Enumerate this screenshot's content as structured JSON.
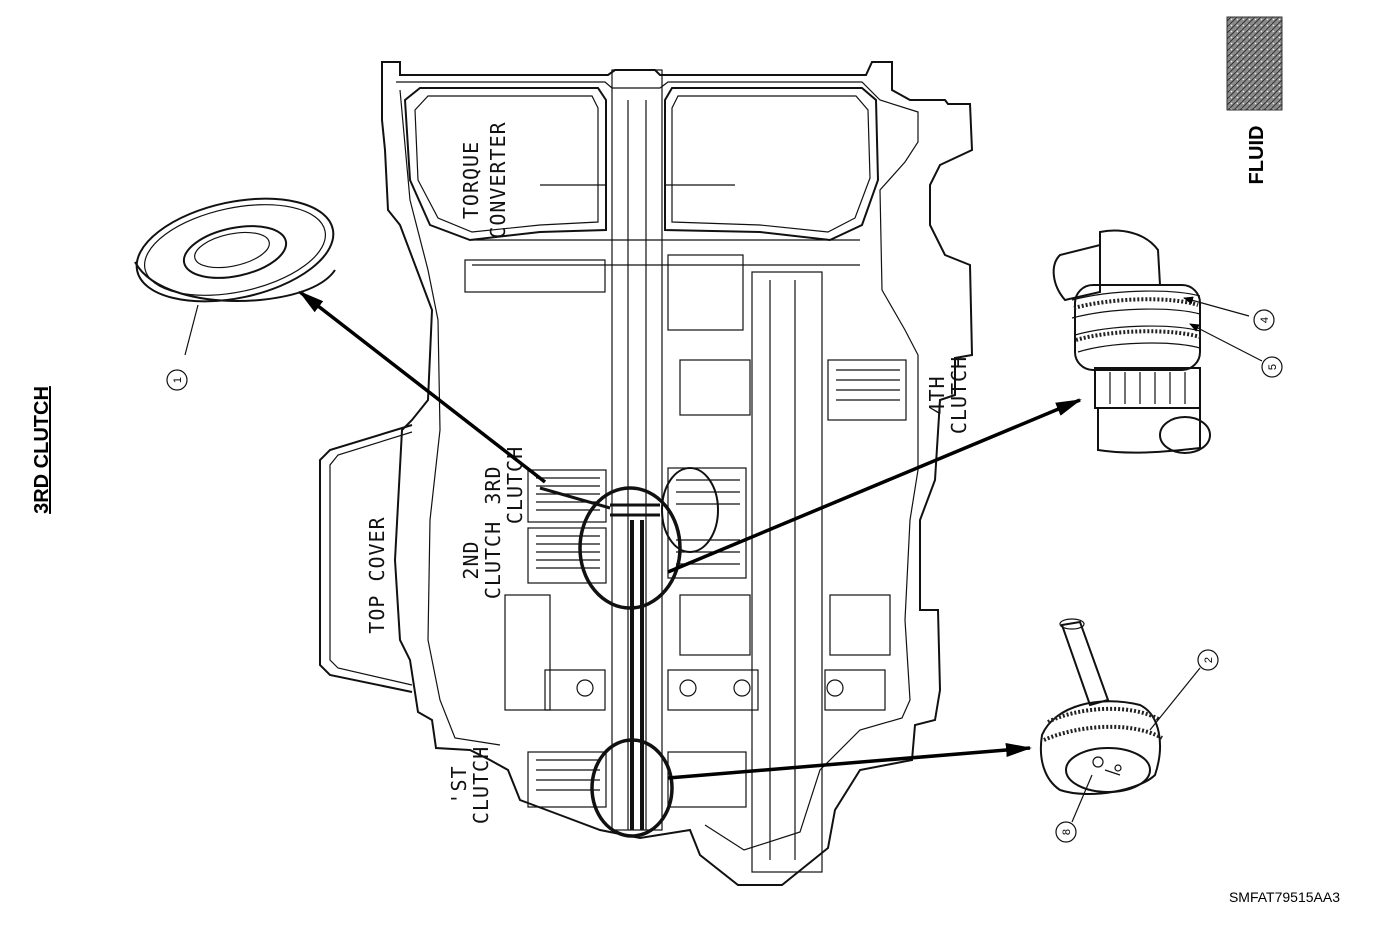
{
  "title": "3RD CLUTCH",
  "figure_code": "SMFAT79515AA3",
  "legend": {
    "label": "FLUID",
    "swatch_color": "#6b6b6b"
  },
  "labels": {
    "torque_converter_1": "TORQUE",
    "torque_converter_2": "CONVERTER",
    "top_cover": "TOP COVER",
    "third_clutch_1": "3RD",
    "third_clutch_2": "CLUTCH",
    "second_clutch_1": "2ND",
    "second_clutch_2": "CLUTCH",
    "first_clutch_1": "'ST",
    "first_clutch_2": "CLUTCH",
    "fourth_clutch_1": "4TH",
    "fourth_clutch_2": "CLUTCH"
  },
  "callouts": [
    "1",
    "4",
    "5",
    "2",
    "8"
  ]
}
